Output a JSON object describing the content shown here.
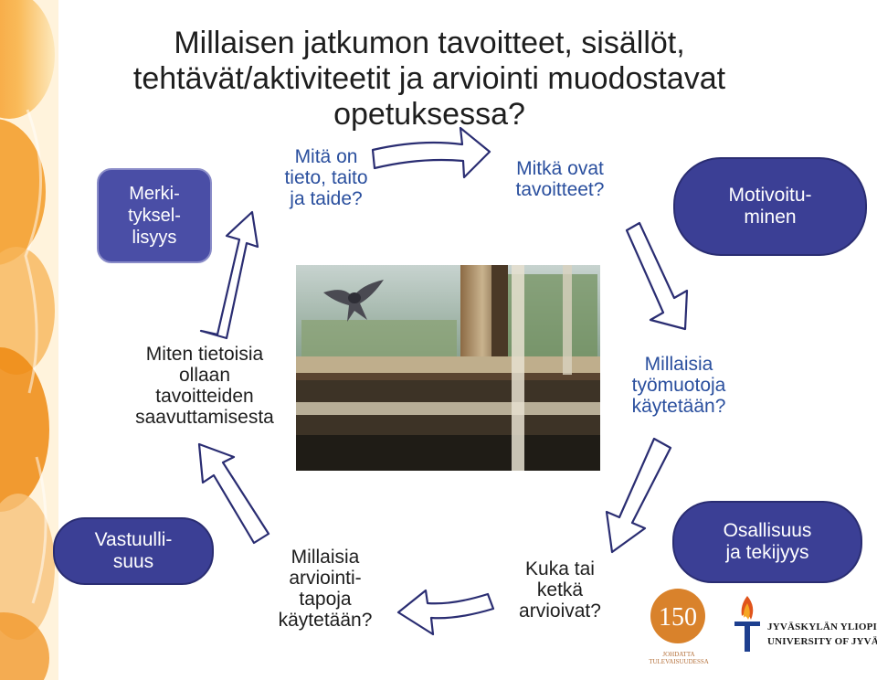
{
  "title": "Millaisen jatkumon tavoitteet, sisällöt, tehtävät/aktiviteetit ja arviointi muodostavat opetuksessa?",
  "pills": {
    "merkityksellisyys": "Merki-\ntyksel-\nlisyys",
    "motivoituminen": "Motivoitu-\nminen",
    "vastuullisuus": "Vastuulli-\nsuus",
    "osallisuus": "Osallisuus\nja tekijyys"
  },
  "questions": {
    "tieto": "Mitä on tieto, taito ja taide?",
    "tavoitteet": "Mitkä ovat tavoitteet?",
    "tyomuodot": "Millaisia työmuotoja käytetään?",
    "arvioivat": "Kuka tai ketkä arvioivat?",
    "arviointitavat": "Millaisia arviointi-tapoja käytetään?",
    "tietoisuus": "Miten tietoisia ollaan tavoitteiden saavuttamisesta"
  },
  "question_lines": {
    "tieto": [
      "Mitä on",
      "tieto, taito",
      "ja taide?"
    ],
    "tavoitteet": [
      "Mitkä ovat",
      "tavoitteet?"
    ],
    "tyomuodot": [
      "Millaisia",
      "työmuotoja",
      "käytetään?"
    ],
    "arvioivat": [
      "Kuka tai",
      "ketkä",
      "arvioivat?"
    ],
    "arviointitavat": [
      "Millaisia",
      "arviointi-",
      "tapoja",
      "käytetään?"
    ],
    "tietoisuus": [
      "Miten tietoisia",
      "ollaan",
      "tavoitteiden",
      "saavuttamisesta"
    ]
  },
  "logos": {
    "anniversary_number": "150",
    "anniversary_tagline": "JOHDATTA\nTULEVAISUUDESSA",
    "university_fi": "JYVÄSKYLÄN YLIOPISTO",
    "university_en": "UNIVERSITY OF JYVÄSKYLÄ"
  },
  "colors": {
    "pill_fill": "#3b3f95",
    "question_blue": "#2a4f9e",
    "arrow_fill": "#ffffff",
    "arrow_stroke": "#2a2d72",
    "logo_orange": "#d9822b"
  }
}
